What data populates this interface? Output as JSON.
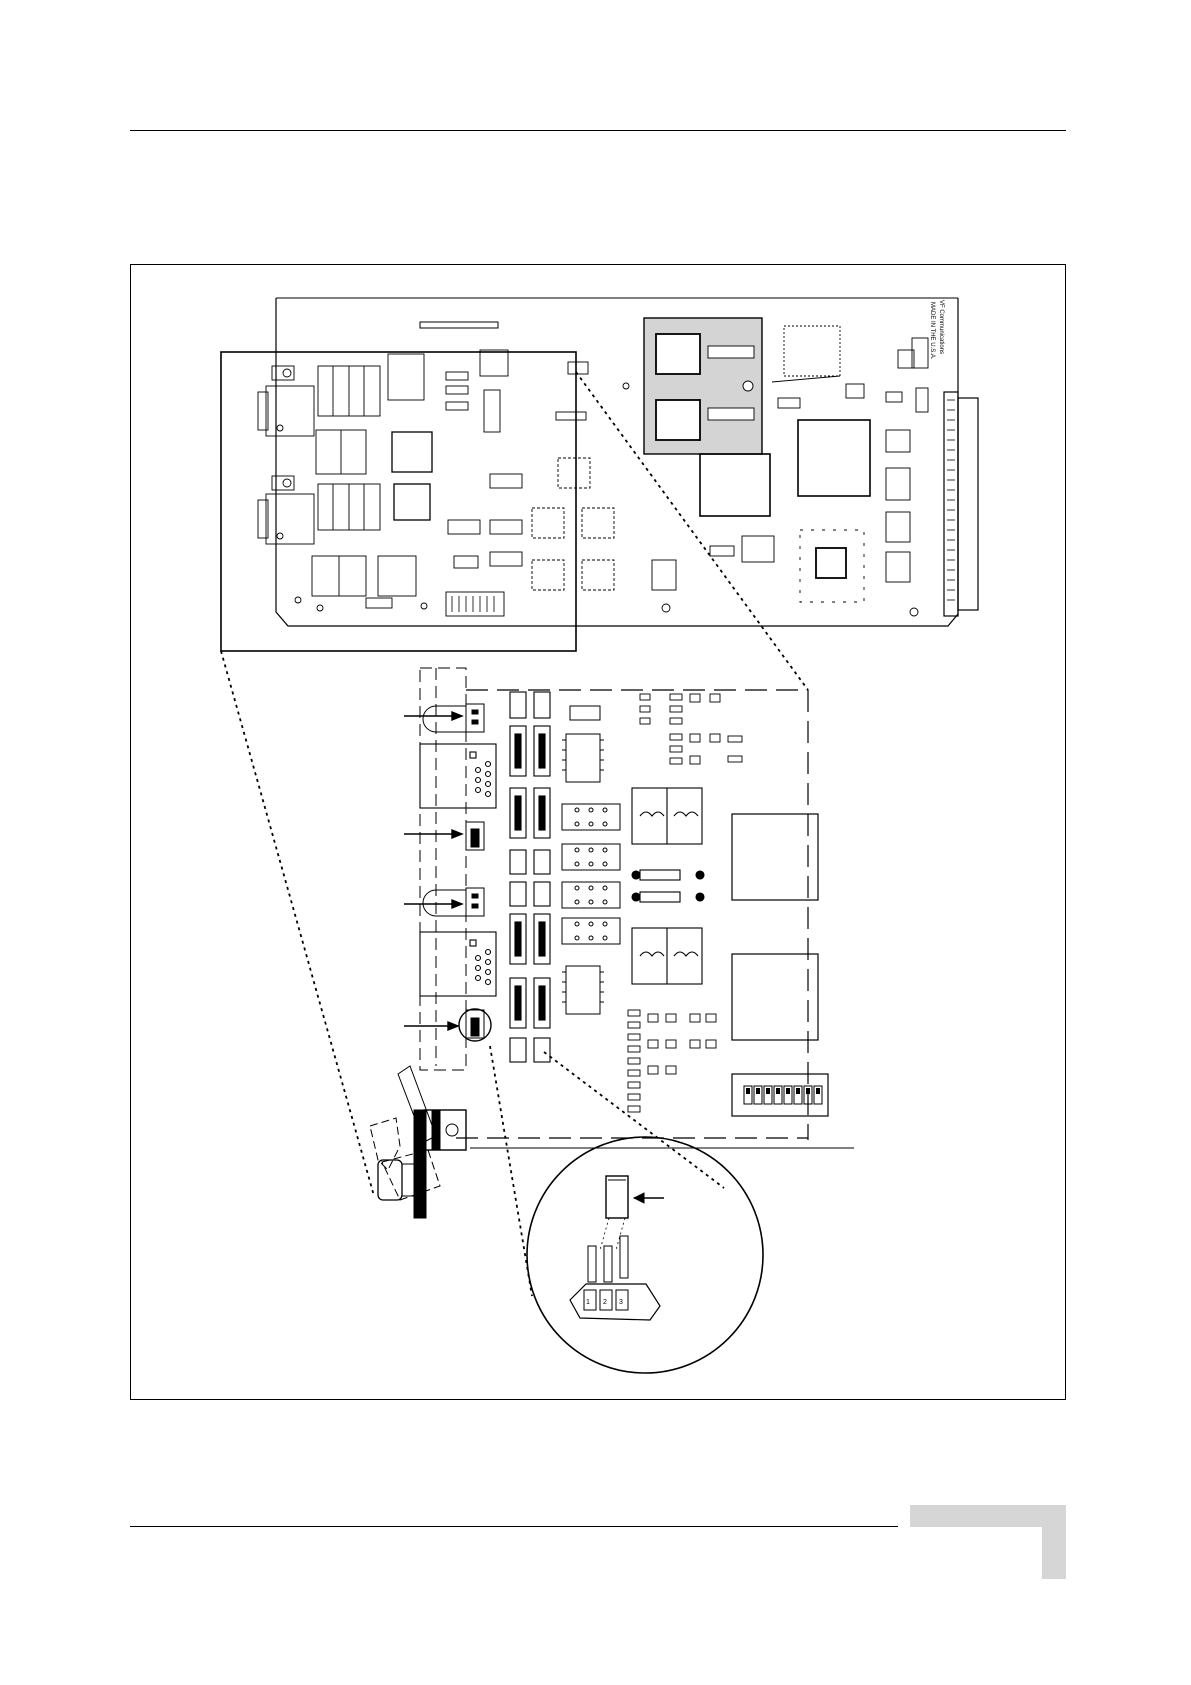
{
  "page": {
    "has_header_rule": true,
    "has_footer_rule": true
  },
  "figure": {
    "board_silkscreen": [
      "VF Communications",
      "MADE IN THE U.S.A."
    ],
    "switch_glyphs": [
      "1",
      "2",
      "3",
      "4",
      "5",
      "6",
      "7",
      "8"
    ],
    "jumper_pin_numbers": [
      "1",
      "2",
      "3"
    ],
    "label_text_present": false
  },
  "colors": {
    "ink": "#000000",
    "module_fill": "#d4d4d4",
    "page_tab": "#d6d6d6",
    "paper": "#ffffff"
  }
}
